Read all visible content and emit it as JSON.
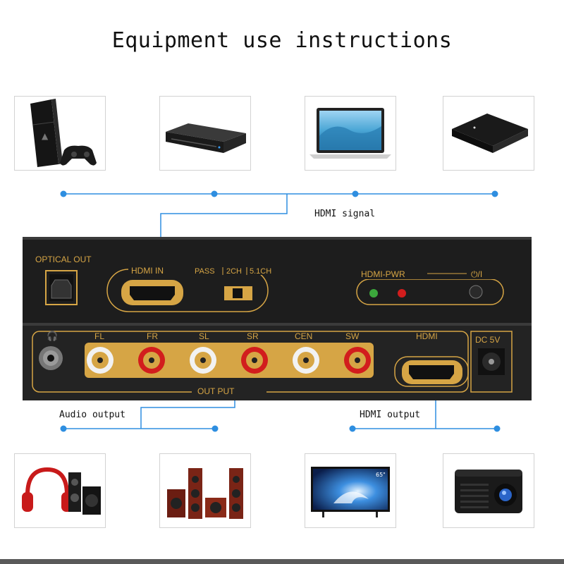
{
  "title": "Equipment use instructions",
  "captions": {
    "hdmi_signal": "HDMI signal",
    "audio_output": "Audio output",
    "hdmi_output": "HDMI output"
  },
  "panel": {
    "optical_out": "OPTICAL OUT",
    "hdmi_in": "HDMI IN",
    "pass": "PASS",
    "ch2": "2CH",
    "ch51": "5.1CH",
    "hdmi_pwr": "HDMI-PWR",
    "power_symbol": "⏻/I",
    "fl": "FL",
    "fr": "FR",
    "sl": "SL",
    "sr": "SR",
    "cen": "CEN",
    "sw": "SW",
    "hdmi": "HDMI",
    "dc5v": "DC 5V",
    "output": "OUT PUT",
    "tv_label": "65\""
  },
  "colors": {
    "wire": "#2e8ee0",
    "panel_gold": "#d6a545",
    "panel_black": "#1d1d1d"
  },
  "icons": {
    "top_row": [
      "game-console-icon",
      "blu-ray-player-icon",
      "laptop-icon",
      "tv-box-icon"
    ],
    "bottom_row": [
      "headphones-speakers-icon",
      "home-theater-speakers-icon",
      "television-icon",
      "projector-icon"
    ]
  }
}
